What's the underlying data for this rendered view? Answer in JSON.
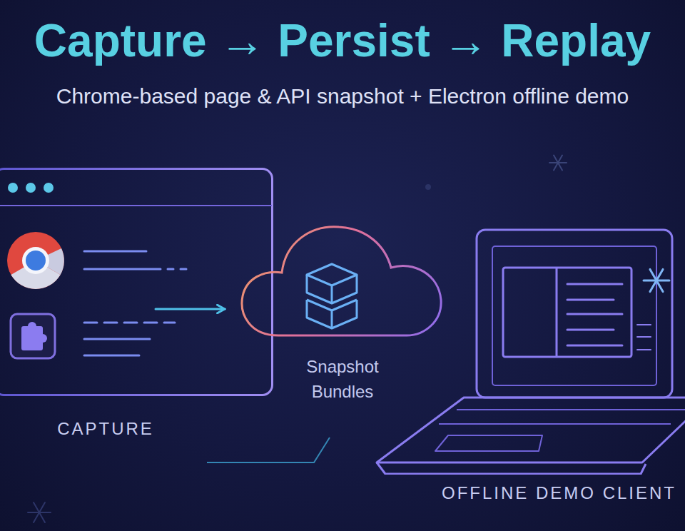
{
  "diagram": {
    "title": "Capture → Persist → Replay",
    "nodes": [
      {
        "text": [
          "CAPTURE"
        ]
      },
      {
        "text": [
          "Snapshot Bundles"
        ]
      },
      {
        "text": [
          "OFFLINE DEMO CLIENT"
        ]
      }
    ],
    "edges": [
      {
        "from": 0,
        "to": 1,
        "arrow": "to"
      }
    ],
    "labels": [
      "Chrome-based page & API snapshot + Electron offline demo"
    ]
  }
}
